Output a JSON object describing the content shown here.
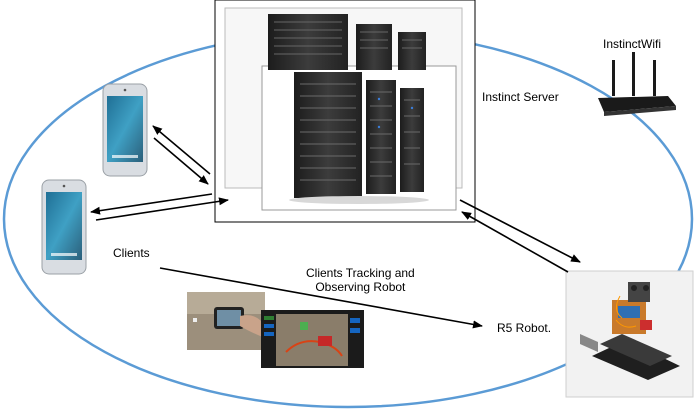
{
  "labels": {
    "server": "Instinct Server",
    "wifi": "InstinctWifi",
    "clients": "Clients",
    "tracking_line1": "Clients Tracking and",
    "tracking_line2": "Observing Robot",
    "robot": "R5 Robot."
  },
  "colors": {
    "ellipse": "#5b9bd5",
    "arrows": "#000000",
    "rack_dark": "#2e2e2e",
    "robot_bg": "#eeeeee"
  },
  "icons": {
    "server": "server-rack-icon",
    "router": "wifi-router-icon",
    "phone": "smartphone-icon",
    "robot": "tracked-robot-icon",
    "photo": "tracking-photo"
  }
}
